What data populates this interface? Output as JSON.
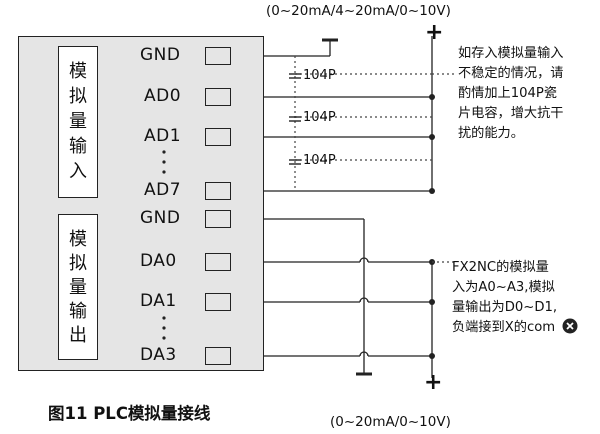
{
  "top_range": "(0~20mA/4~20mA/0~10V)",
  "bottom_range": "(0~20mA/0~10V)",
  "caption": "图11 PLC模拟量接线",
  "input_group": {
    "chars": [
      "模",
      "拟",
      "量",
      "输",
      "入"
    ]
  },
  "output_group": {
    "chars": [
      "模",
      "拟",
      "量",
      "输",
      "出"
    ]
  },
  "terminals": [
    "GND",
    "AD0",
    "AD1",
    "AD7",
    "GND",
    "DA0",
    "DA1",
    "DA3"
  ],
  "capacitors": [
    "104P",
    "104P",
    "104P"
  ],
  "note_top": {
    "lines": [
      "如存入模拟量输入",
      "不稳定的情况，请",
      "酌情加上104P瓷",
      "片电容，增大抗干",
      "扰的能力。"
    ]
  },
  "note_bottom": {
    "lines": [
      "FX2NC的模拟量",
      "入为A0~A3,模拟",
      "量输出为D0~D1,",
      "负端接到X的com"
    ]
  },
  "badge_icon": "x-circle-icon",
  "signs": {
    "plus": "+",
    "minus": "−"
  }
}
